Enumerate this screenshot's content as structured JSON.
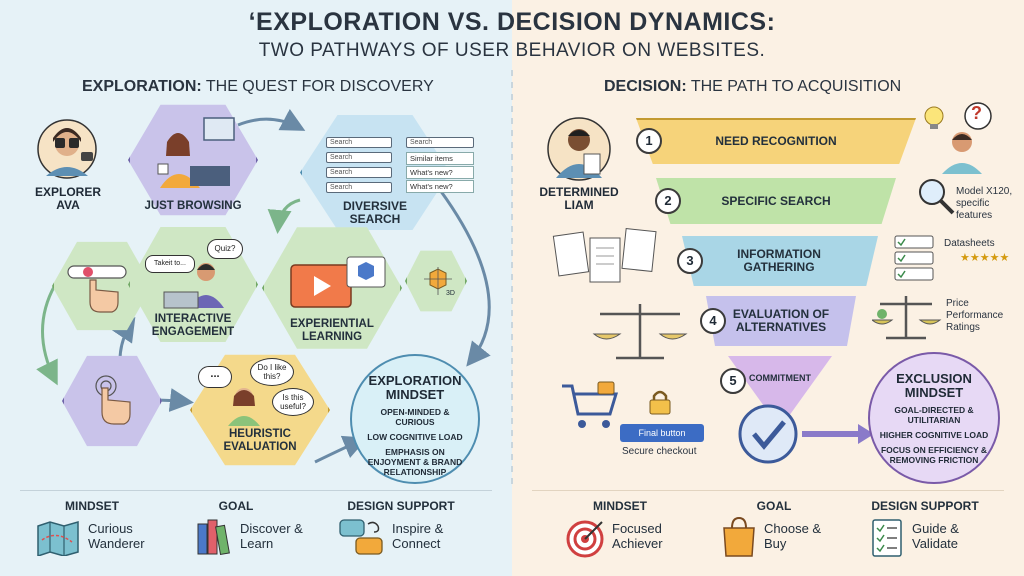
{
  "header": {
    "title": "‘EXPLORATION VS. DECISION DYNAMICS:",
    "subtitle": "TWO PATHWAYS OF USER BEHAVIOR ON WEBSITES."
  },
  "left": {
    "heading_bold": "EXPLORATION:",
    "heading_rest": " THE QUEST FOR DISCOVERY",
    "persona": "EXPLORER AVA",
    "hexes": {
      "browsing": "JUST BROWSING",
      "search": "DIVERSIVE SEARCH",
      "interactive": "INTERACTIVE ENGAGEMENT",
      "experiential": "EXPERIENTIAL LEARNING",
      "heuristic": "HEURISTIC EVALUATION"
    },
    "search_widget": {
      "boxes": [
        "Search",
        "Search",
        "Search",
        "Search"
      ],
      "main_box": "Search",
      "suggestions": [
        "Similar items",
        "What's new?",
        "What's new?"
      ]
    },
    "bubbles": {
      "quiz": "Quiz?",
      "takeit": "Takeit to...",
      "like": "Do I like this?",
      "useful": "Is this useful?",
      "dots": "...",
      "three_d": "3D"
    },
    "mindset_circle": {
      "title": "EXPLORATION MINDSET",
      "items": [
        "OPEN-MINDED & CURIOUS",
        "LOW COGNITIVE LOAD",
        "EMPHASIS ON ENJOYMENT & BRAND RELATIONSHIP"
      ]
    },
    "bottom": {
      "h_mindset": "MINDSET",
      "h_goal": "GOAL",
      "h_design": "DESIGN SUPPORT",
      "v_mindset": "Curious Wanderer",
      "v_goal": "Discover & Learn",
      "v_design": "Inspire & Connect"
    }
  },
  "right": {
    "heading_bold": "DECISION:",
    "heading_rest": " THE PATH TO ACQUISITION",
    "persona": "DETERMINED LIAM",
    "question_mark": "?",
    "steps": [
      {
        "num": "1",
        "label": "NEED RECOGNITION"
      },
      {
        "num": "2",
        "label": "SPECIFIC SEARCH"
      },
      {
        "num": "3",
        "label": "INFORMATION GATHERING"
      },
      {
        "num": "4",
        "label": "EVALUATION OF ALTERNATIVES"
      },
      {
        "num": "5",
        "label": "COMMITMENT"
      }
    ],
    "side_notes": {
      "model": "Model X120, specific features",
      "datasheets": "Datasheets",
      "stars": "★★★★★",
      "price": "Price Performance Ratings",
      "final_button": "Final button",
      "secure": "Secure checkout"
    },
    "mindset_circle": {
      "title": "EXCLUSION MINDSET",
      "items": [
        "GOAL-DIRECTED & UTILITARIAN",
        "HIGHER COGNITIVE LOAD",
        "FOCUS ON EFFICIENCY & REMOVING FRICTION"
      ]
    },
    "bottom": {
      "h_mindset": "MINDSET",
      "h_goal": "GOAL",
      "h_design": "DESIGN SUPPORT",
      "v_mindset": "Focused Achiever",
      "v_goal": "Choose & Buy",
      "v_design": "Guide & Validate"
    }
  },
  "colors": {
    "left_bg": "#e6f2f7",
    "right_bg": "#fbf1e4",
    "hex_purple": "#c9c3ea",
    "hex_blue": "#c7e3f2",
    "hex_green": "#cfe7c4",
    "hex_yellow": "#f4d98b",
    "funnel_1": "#f6d37a",
    "funnel_2": "#bfe3a8",
    "funnel_3": "#a9d6e6",
    "funnel_4": "#c5c1ec",
    "funnel_5": "#d7b8ea",
    "mindset_left": "#d9f0f7",
    "mindset_right": "#e7d9f5"
  }
}
